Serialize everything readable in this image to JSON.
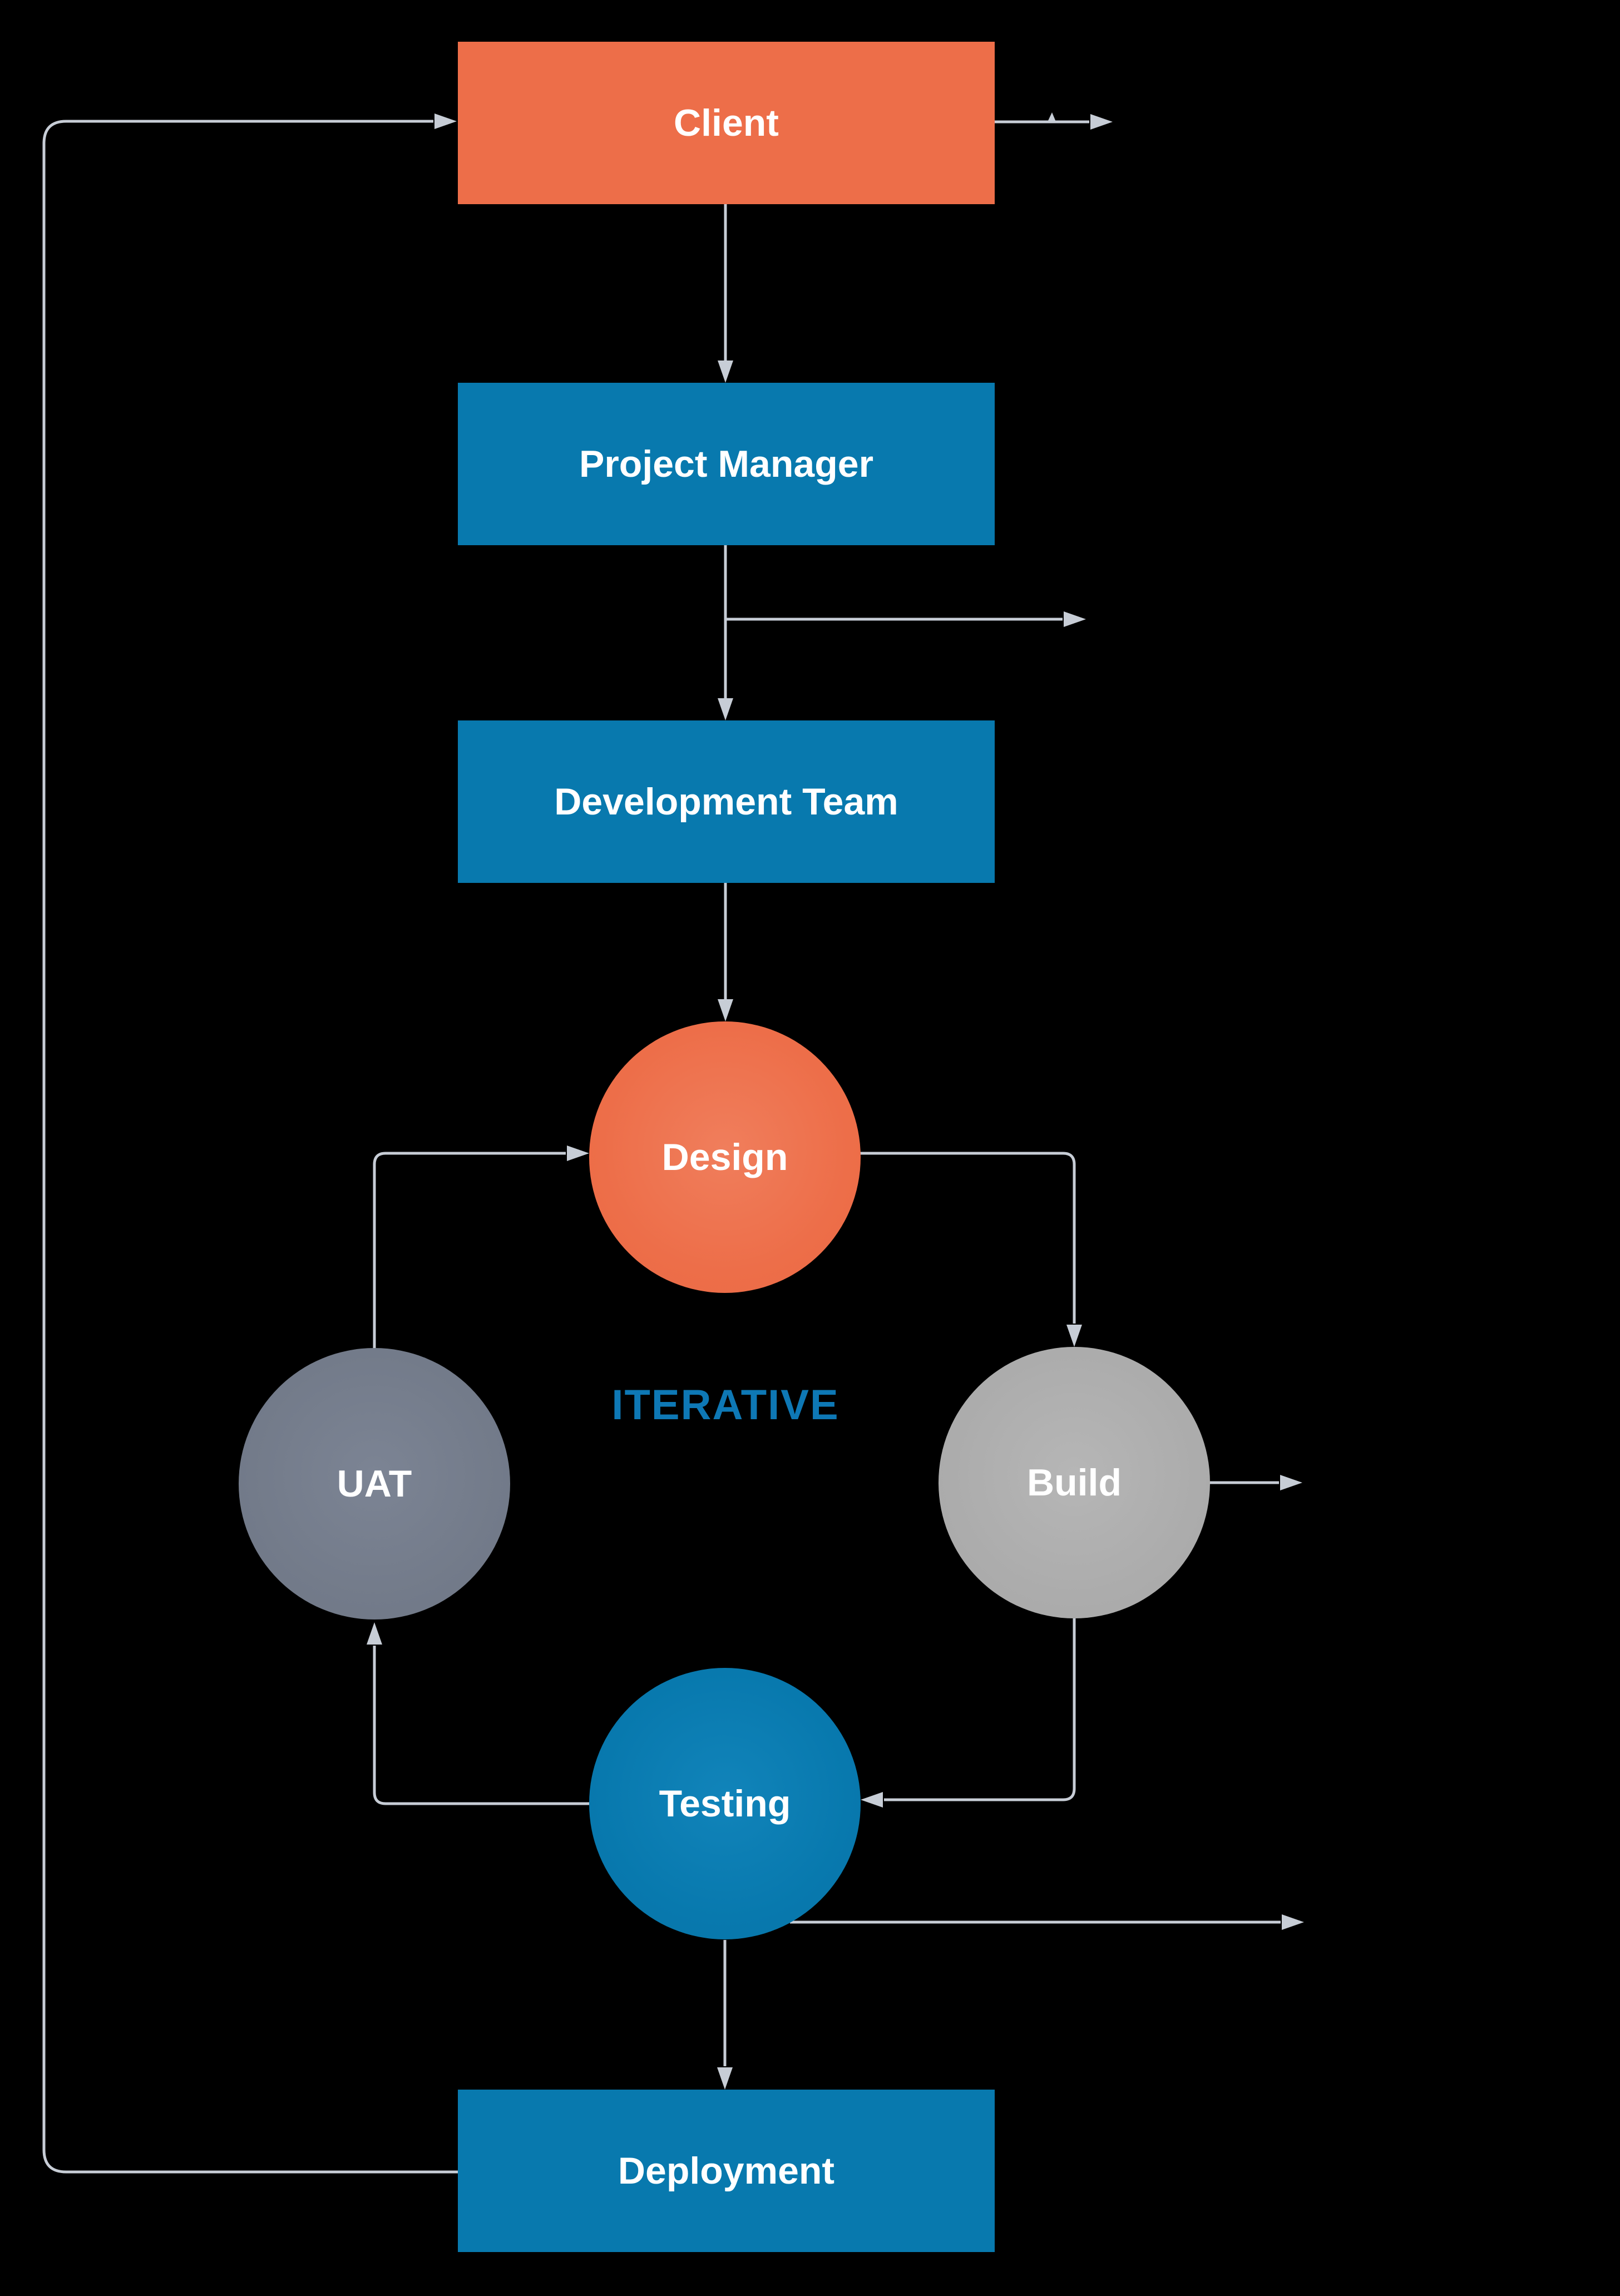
{
  "diagram": {
    "title_note": "SDLC flow diagram",
    "nodes": {
      "client": {
        "label": "Client",
        "shape": "rectangle",
        "color": "#ED6E49"
      },
      "project_manager": {
        "label": "Project Manager",
        "shape": "rectangle",
        "color": "#0879AE"
      },
      "development_team": {
        "label": "Development Team",
        "shape": "rectangle",
        "color": "#0879AE"
      },
      "design": {
        "label": "Design",
        "shape": "circle",
        "color": "#ED6E49"
      },
      "uat": {
        "label": "UAT",
        "shape": "circle",
        "color": "#737B8A"
      },
      "build": {
        "label": "Build",
        "shape": "circle",
        "color": "#ACACAC"
      },
      "testing": {
        "label": "Testing",
        "shape": "circle",
        "color": "#0879AE"
      },
      "deployment": {
        "label": "Deployment",
        "shape": "rectangle",
        "color": "#0879AE"
      }
    },
    "annotations": {
      "iterative": "ITERATIVE"
    },
    "edges": [
      "client -> project_manager",
      "project_manager -> development_team",
      "project_manager -> (right)",
      "development_team -> design",
      "design -> build",
      "build -> testing",
      "testing -> uat",
      "uat -> design",
      "build -> (right)",
      "testing -> (right)",
      "testing -> deployment",
      "deployment -> client (left loop)",
      "client -> (right)"
    ]
  },
  "colors": {
    "bg": "#000000",
    "orange": "#ED6E49",
    "blue": "#0879AE",
    "uat_gray": "#737B8A",
    "build_gray": "#ACACAC",
    "arrow": "#C7CDD6",
    "label": "#FFFFFF",
    "iterative": "#0E78B5"
  }
}
